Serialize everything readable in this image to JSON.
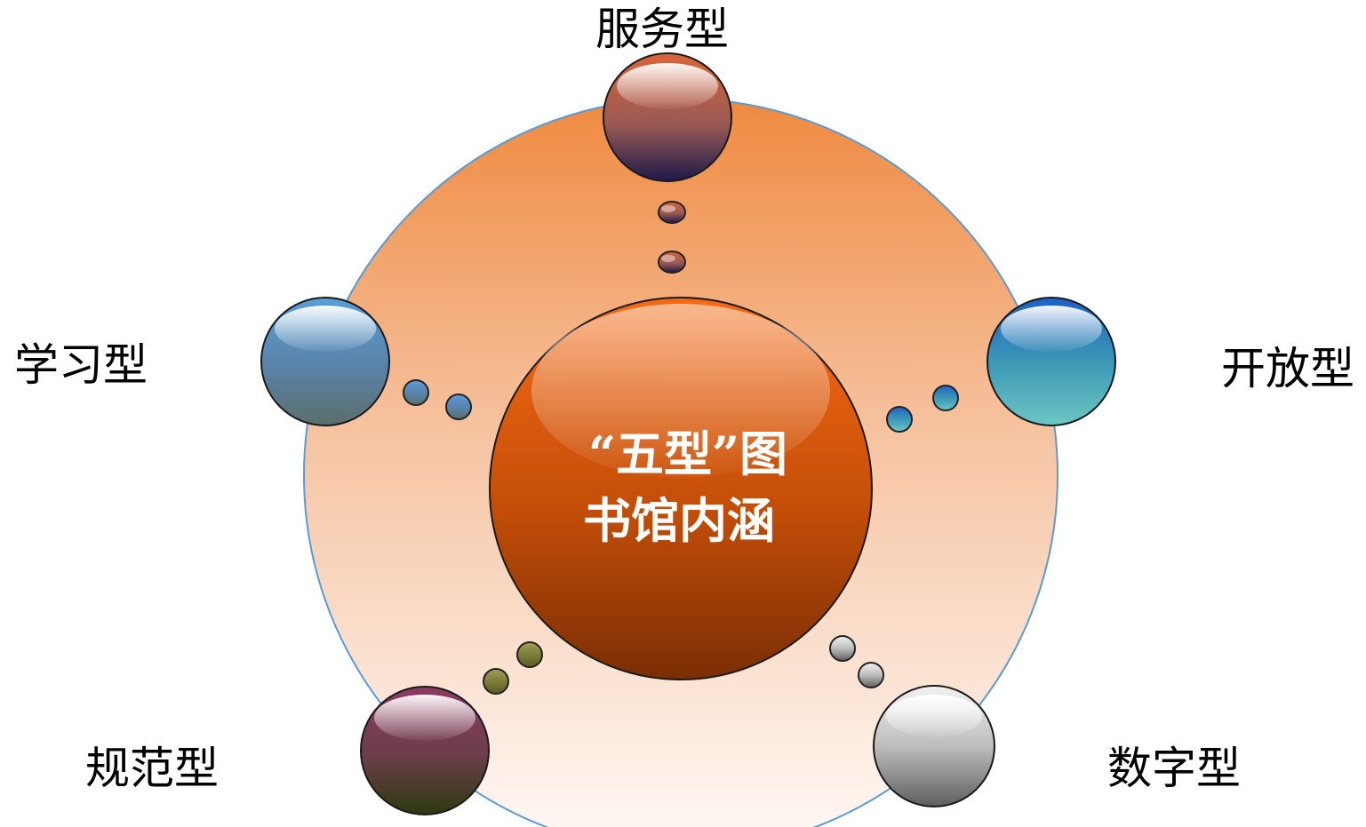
{
  "center": {
    "line1": "“五型”图",
    "line2": "书馆内涵"
  },
  "nodes": [
    {
      "id": "service",
      "label": "服务型",
      "theme": "orange-dark"
    },
    {
      "id": "open",
      "label": "开放型",
      "theme": "teal"
    },
    {
      "id": "digital",
      "label": "数字型",
      "theme": "silver"
    },
    {
      "id": "standard",
      "label": "规范型",
      "theme": "plum"
    },
    {
      "id": "learning",
      "label": "学习型",
      "theme": "steel-blue"
    }
  ],
  "colors": {
    "outer_ring_top": "#ef8a40",
    "outer_ring_bottom": "#fdf5f0",
    "outer_ring_stroke": "#5b9bd5",
    "center_top": "#f56a14",
    "center_bottom": "#7a2e05",
    "text_white": "#ffffff",
    "label_black": "#000000"
  }
}
